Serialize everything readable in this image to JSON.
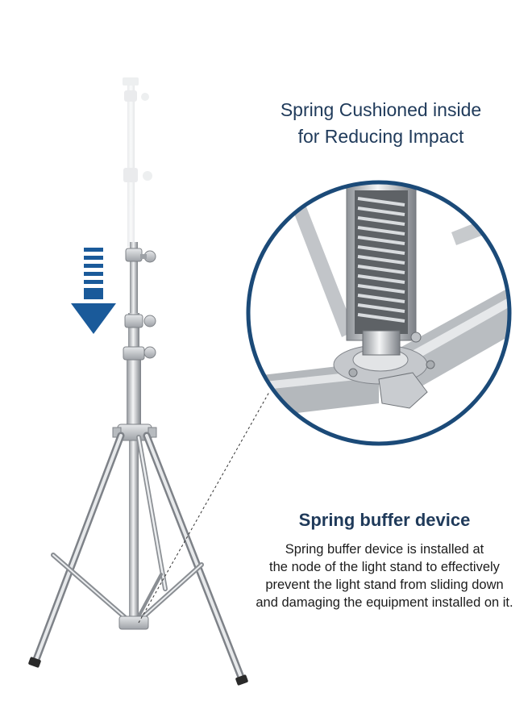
{
  "callout": {
    "line1": "Spring Cushioned inside",
    "line2": "for Reducing Impact"
  },
  "feature": {
    "title": "Spring buffer device",
    "lines": [
      "Spring buffer device is installed at",
      "the node of the light stand to effectively",
      "prevent the light stand from sliding down",
      "and damaging the equipment installed on it."
    ]
  },
  "colors": {
    "accent": "#1a5a9a",
    "heading": "#1f3a5a",
    "metal": "#c9ccd0"
  },
  "icons": {
    "direction": "down-arrow-icon"
  }
}
